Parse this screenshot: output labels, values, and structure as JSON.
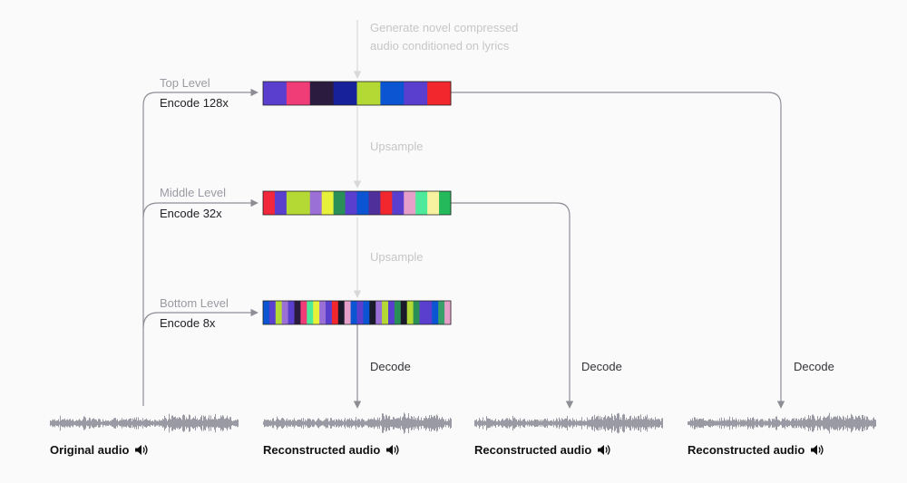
{
  "top_note": [
    "Generate novel compressed",
    "audio conditioned on lyrics"
  ],
  "upsample_label": "Upsample",
  "levels": [
    {
      "name": "Top Level",
      "encode": "Encode 128x",
      "colors": [
        "#5a3fcf",
        "#f03d78",
        "#2b1b3f",
        "#17219a",
        "#b5d934",
        "#0b55d2",
        "#5a3fcf",
        "#f2272d"
      ]
    },
    {
      "name": "Middle Level",
      "encode": "Encode 32x",
      "colors": [
        "#f2273b",
        "#5a3fcf",
        "#b5d934",
        "#b5d934",
        "#9a6fd6",
        "#e8f139",
        "#2a8f57",
        "#5a3fcf",
        "#0b55d2",
        "#4f2f9a",
        "#f2272d",
        "#5a3fcf",
        "#e69fc8",
        "#4dea9b",
        "#f7f2a0",
        "#24b95a"
      ]
    },
    {
      "name": "Bottom Level",
      "encode": "Encode 8x",
      "colors": [
        "#0b55d2",
        "#5a3fcf",
        "#b5d934",
        "#9a6fd6",
        "#5a3fcf",
        "#2b1b3f",
        "#f03d78",
        "#4dea9b",
        "#e8f139",
        "#9a6fd6",
        "#5a3fcf",
        "#f2272d",
        "#1a1a2a",
        "#e69fc8",
        "#0b55d2",
        "#5a3fcf",
        "#0b55d2",
        "#1a1a2a",
        "#9a6fd6",
        "#b5d934",
        "#5a3fcf",
        "#2a8f57",
        "#1a1a2a",
        "#b5d934",
        "#2a8f57",
        "#5a3fcf",
        "#5a3fcf",
        "#0b55d2",
        "#3aa06a",
        "#e69fc8"
      ]
    }
  ],
  "decode_label": "Decode",
  "audio": [
    {
      "label": "Original audio",
      "icon": "speaker-icon"
    },
    {
      "label": "Reconstructed audio",
      "icon": "speaker-icon"
    },
    {
      "label": "Reconstructed audio",
      "icon": "speaker-icon"
    },
    {
      "label": "Reconstructed audio",
      "icon": "speaker-icon"
    }
  ],
  "colors": {
    "arrow": "#8d8d96",
    "faint_arrow": "#d8d8d8",
    "wave": "#9a9aa4"
  }
}
